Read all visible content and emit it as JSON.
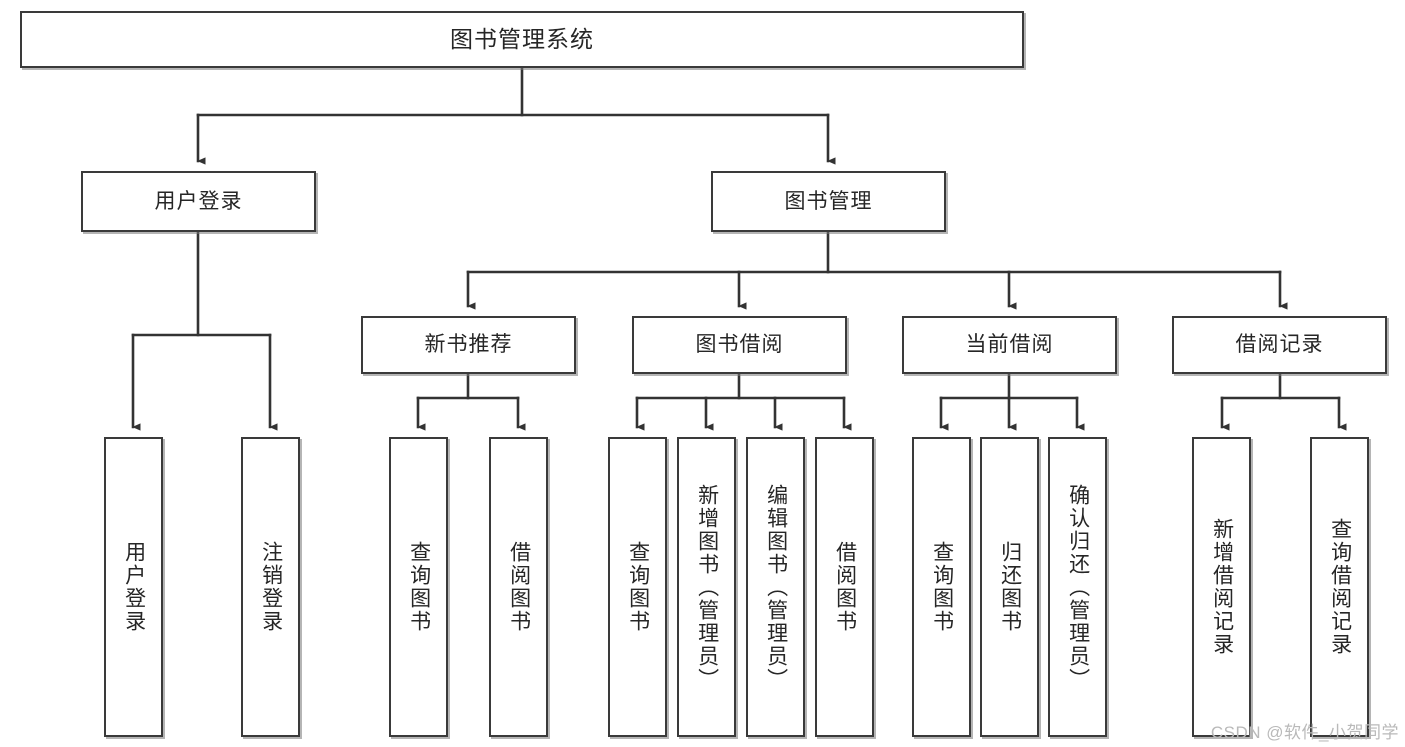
{
  "diagram": {
    "title": "图书管理系统",
    "type": "tree",
    "watermark": "CSDN @软件_小贺同学",
    "colors": {
      "box_border": "#3a3a3a",
      "box_fill": "#ffffff",
      "edge": "#333333",
      "text": "#262626",
      "watermark": "#b9b9b9",
      "background": "#ffffff"
    },
    "levels": {
      "root": {
        "label": "图书管理系统"
      },
      "level2": [
        {
          "id": "user-login",
          "label": "用户登录"
        },
        {
          "id": "book-manage",
          "label": "图书管理"
        }
      ],
      "level3": [
        {
          "id": "new-book-recommend",
          "label": "新书推荐",
          "parent": "book-manage"
        },
        {
          "id": "book-borrow",
          "label": "图书借阅",
          "parent": "book-manage"
        },
        {
          "id": "current-borrow",
          "label": "当前借阅",
          "parent": "book-manage"
        },
        {
          "id": "borrow-record",
          "label": "借阅记录",
          "parent": "book-manage"
        }
      ],
      "leaves": {
        "user-login": [
          {
            "id": "leaf-user-login",
            "label": "用户登录"
          },
          {
            "id": "leaf-logout-login",
            "label": "注销登录"
          }
        ],
        "new-book-recommend": [
          {
            "id": "leaf-query-book-1",
            "label": "查询图书"
          },
          {
            "id": "leaf-borrow-book-1",
            "label": "借阅图书"
          }
        ],
        "book-borrow": [
          {
            "id": "leaf-query-book-2",
            "label": "查询图书"
          },
          {
            "id": "leaf-add-book",
            "label": "新增图书（管理员）"
          },
          {
            "id": "leaf-edit-book",
            "label": "编辑图书（管理员）"
          },
          {
            "id": "leaf-borrow-book-2",
            "label": "借阅图书"
          }
        ],
        "current-borrow": [
          {
            "id": "leaf-query-book-3",
            "label": "查询图书"
          },
          {
            "id": "leaf-return-book",
            "label": "归还图书"
          },
          {
            "id": "leaf-confirm-return",
            "label": "确认归还（管理员）"
          }
        ],
        "borrow-record": [
          {
            "id": "leaf-add-record",
            "label": "新增借阅记录"
          },
          {
            "id": "leaf-query-record",
            "label": "查询借阅记录"
          }
        ]
      }
    }
  }
}
